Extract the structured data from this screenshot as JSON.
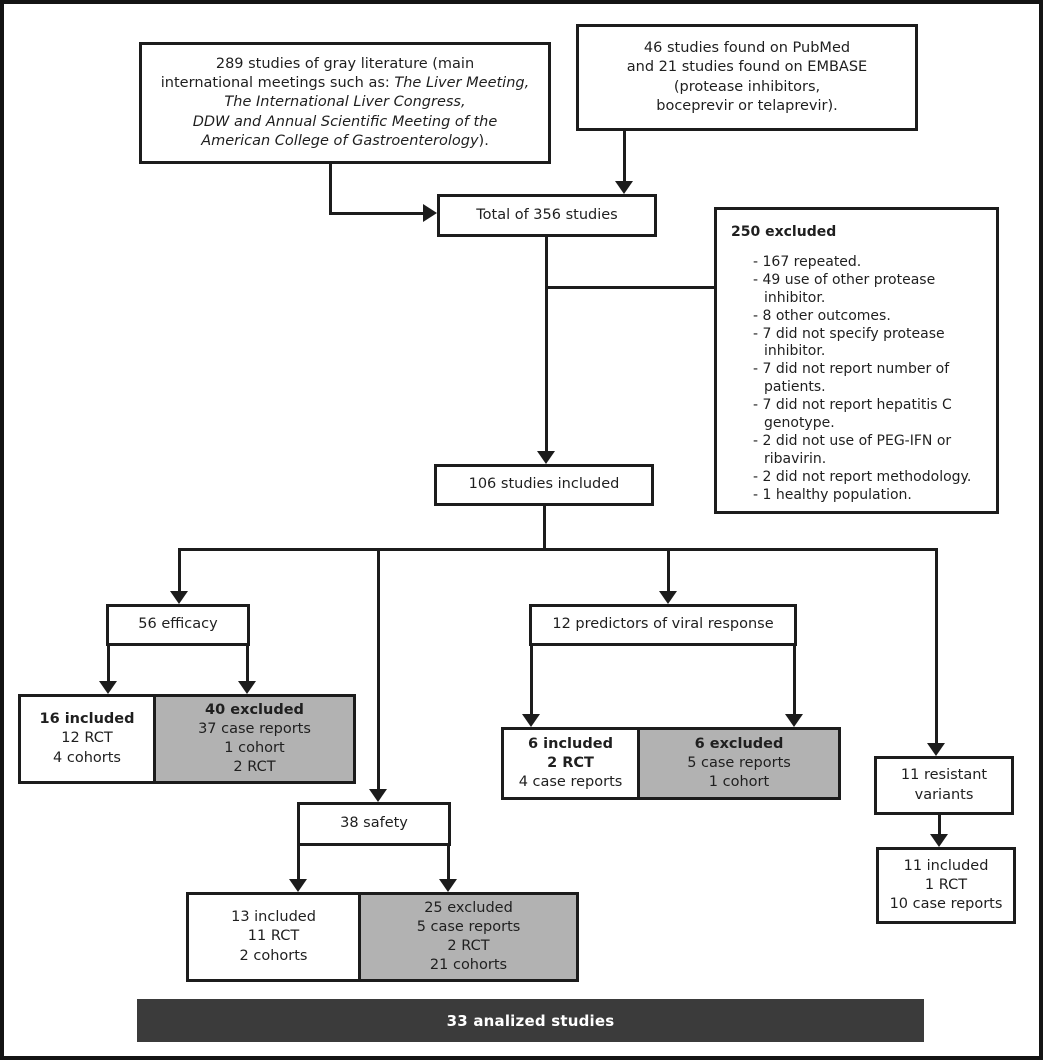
{
  "boxes": {
    "gray_literature": {
      "line1": "289 studies of gray literature (main",
      "line2_normal": "international meetings such as: ",
      "line2_italic": "The Liver Meeting,",
      "line3_italic": "The International Liver Congress,",
      "line4_italic": "DDW and Annual Scientific Meeting of the",
      "line5_italic": "American College of Gastroenterology",
      "line5_normal": ")."
    },
    "databases": {
      "line1": "46 studies found on PubMed",
      "line2": "and 21 studies found on EMBASE",
      "line3": "(protease inhibitors,",
      "line4": "boceprevir or telaprevir)."
    },
    "total": {
      "label": "Total of 356 studies"
    },
    "excluded": {
      "title": "250 excluded",
      "items": [
        "- 167 repeated.",
        "- 49 use of other protease inhibitor.",
        "- 8 other outcomes.",
        "- 7 did not specify protease inhibitor.",
        "- 7 did not report number of patients.",
        "- 7 did not report hepatitis C genotype.",
        "- 2 did not use of PEG-IFN or ribavirin.",
        "- 2 did not report methodology.",
        "- 1 healthy population."
      ]
    },
    "included_106": {
      "label": "106 studies included"
    },
    "efficacy": {
      "label": "56 efficacy"
    },
    "efficacy_included": {
      "title": "16 included",
      "line2": "12 RCT",
      "line3": "4 cohorts"
    },
    "efficacy_excluded": {
      "title": "40 excluded",
      "line2": "37 case reports",
      "line3": "1 cohort",
      "line4": "2 RCT"
    },
    "predictors": {
      "label": "12 predictors of viral response"
    },
    "predictors_included": {
      "title": "6 included",
      "line2": "2 RCT",
      "line3": "4 case reports"
    },
    "predictors_excluded": {
      "title": "6 excluded",
      "line2": "5 case reports",
      "line3": "1 cohort"
    },
    "safety": {
      "label": "38 safety"
    },
    "safety_included": {
      "line1": "13 included",
      "line2": "11 RCT",
      "line3": "2 cohorts"
    },
    "safety_excluded": {
      "line1": "25 excluded",
      "line2": "5 case reports",
      "line3": "2 RCT",
      "line4": "21 cohorts"
    },
    "resistant": {
      "line1": "11 resistant",
      "line2": "variants"
    },
    "resistant_included": {
      "line1": "11 included",
      "line2": "1 RCT",
      "line3": "10 case reports"
    },
    "analyzed": {
      "label": "33 analized studies"
    }
  },
  "colors": {
    "node_border": "#1c1c1c",
    "excluded_fill": "#b2b2b2",
    "analyzed_bar_fill": "#3b3b3b",
    "analyzed_bar_text": "#ffffff"
  }
}
